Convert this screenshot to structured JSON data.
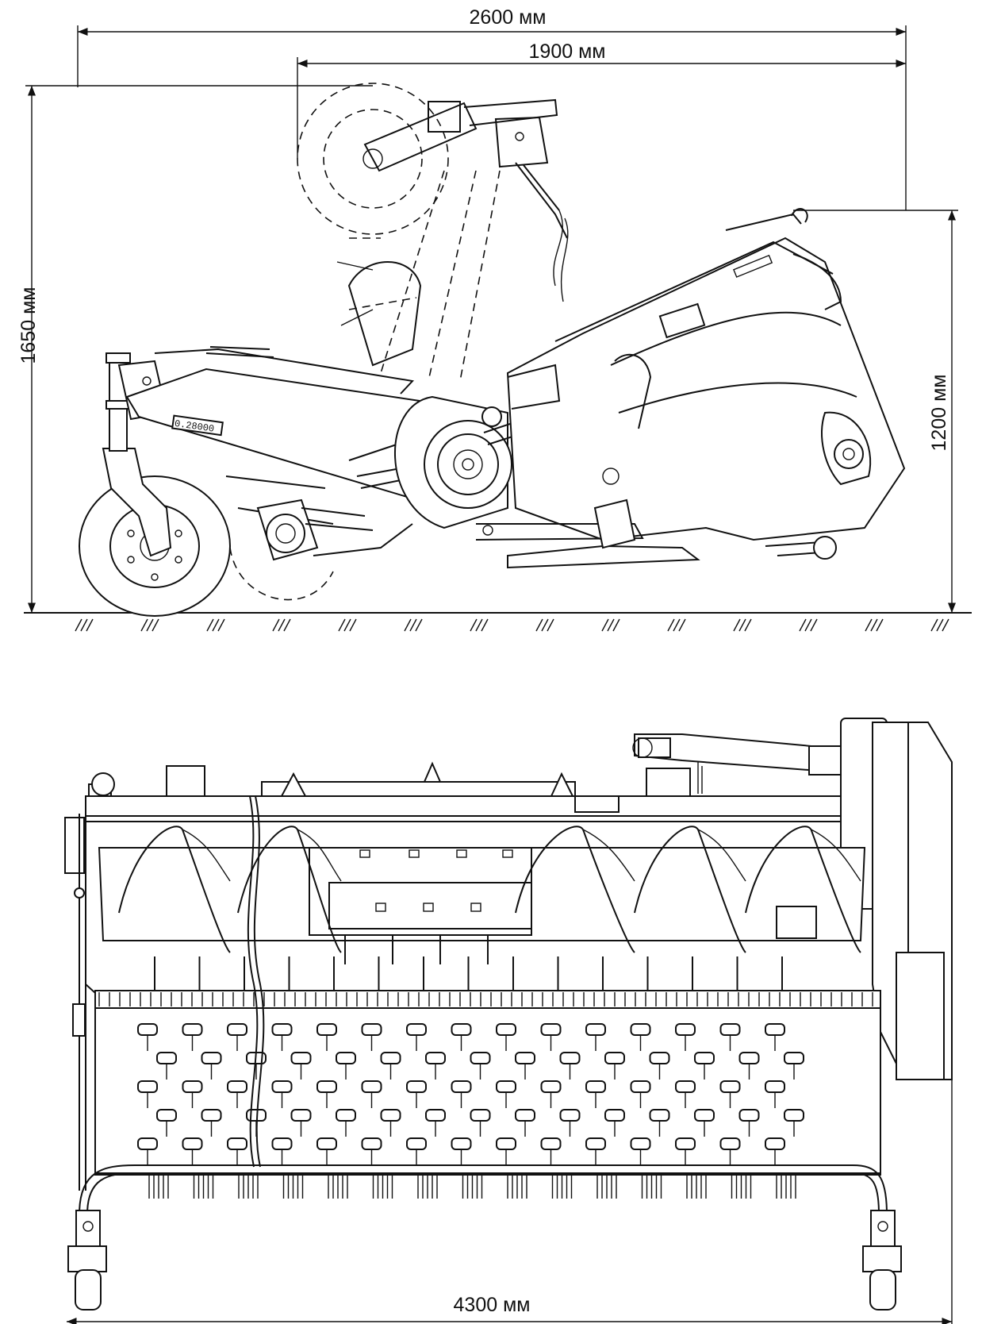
{
  "dimensions": {
    "overall_length": "2600 мм",
    "frame_length": "1900 мм",
    "overall_height": "1650 мм",
    "transport_height": "1200 мм",
    "working_width": "4300 мм"
  },
  "frame_label": "0.28000"
}
